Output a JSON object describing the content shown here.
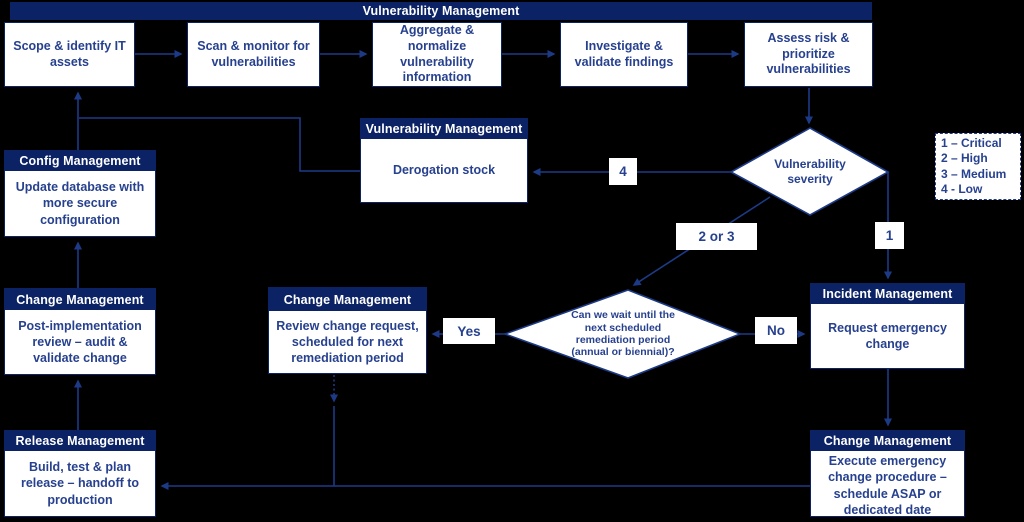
{
  "colors": {
    "background": "#000000",
    "navy_fill": "#0b2264",
    "line": "#1c3a86",
    "text_navy": "#27418f",
    "box_fill": "#ffffff"
  },
  "banner": {
    "title": "Vulnerability Management"
  },
  "top_row": [
    {
      "label": "Scope & identify IT assets"
    },
    {
      "label": "Scan & monitor for vulnerabilities"
    },
    {
      "label": "Aggregate & normalize vulnerability information"
    },
    {
      "label": "Investigate & validate findings"
    },
    {
      "label": "Assess risk & prioritize vulnerabilities"
    }
  ],
  "blocks": {
    "derogation": {
      "header": "Vulnerability Management",
      "body": "Derogation stock"
    },
    "config": {
      "header": "Config Management",
      "body": "Update database with more secure configuration"
    },
    "change_left": {
      "header": "Change Management",
      "body": "Post-implementation review – audit & validate change"
    },
    "release": {
      "header": "Release Management",
      "body": "Build, test & plan release – handoff to production"
    },
    "change_mid": {
      "header": "Change Management",
      "body": "Review change request, scheduled for next remediation period"
    },
    "incident": {
      "header": "Incident Management",
      "body": "Request emergency change"
    },
    "change_br": {
      "header": "Change Management",
      "body": "Execute emergency change procedure – schedule ASAP or dedicated date"
    }
  },
  "decisions": {
    "severity": {
      "label": "Vulnerability severity"
    },
    "wait": {
      "label": "Can we wait until the next scheduled remediation period (annual or biennial)?"
    }
  },
  "edge_labels": {
    "four": "4",
    "two_or_three": "2 or 3",
    "one": "1",
    "yes": "Yes",
    "no": "No"
  },
  "legend": {
    "items": [
      "1 – Critical",
      "2 – High",
      "3 – Medium",
      "4 - Low"
    ]
  }
}
